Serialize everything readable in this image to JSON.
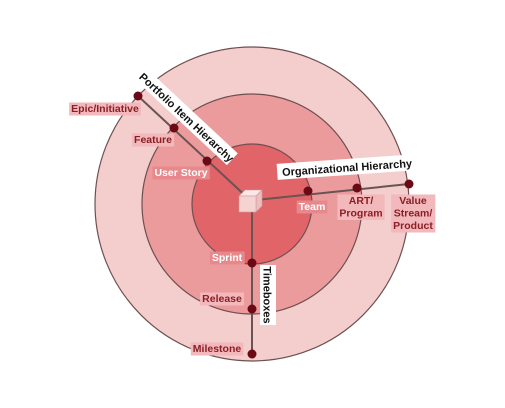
{
  "axes": {
    "portfolio": {
      "title": "Portfolio Item Hierarchy",
      "levels": [
        "User Story",
        "Feature",
        "Epic/Initiative"
      ]
    },
    "organizational": {
      "title": "Organizational Hierarchy",
      "levels": [
        "Team",
        "ART/\nProgram",
        "Value\nStream/\nProduct"
      ]
    },
    "timeboxes": {
      "title": "Timeboxes",
      "levels": [
        "Sprint",
        "Release",
        "Milestone"
      ]
    }
  },
  "colors": {
    "ring_inner": "#e06468",
    "ring_middle": "#ec9b9d",
    "ring_outer": "#f4cdcd",
    "ring_stroke": "#6e5050",
    "axis_line": "#6b5353",
    "dot": "#6a0a14",
    "label_text_dark": "#8a1f26",
    "label_text_light": "#ffffff",
    "label_bg_outer": "#f2b8bb",
    "label_bg_inner": "#e7898c",
    "title_bg": "#ffffff",
    "title_text": "#111111",
    "cube_front": "#f6d3d3",
    "cube_top": "#fbe7e7",
    "cube_side": "#eebdbd"
  }
}
